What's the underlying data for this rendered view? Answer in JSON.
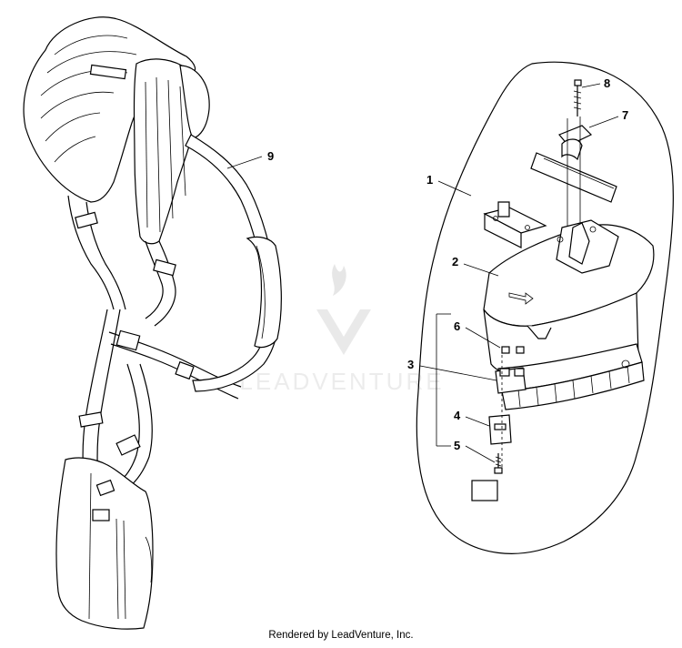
{
  "diagram": {
    "callouts": {
      "c1": "1",
      "c2": "2",
      "c3": "3",
      "c4": "4",
      "c5": "5",
      "c6": "6",
      "c7": "7",
      "c8": "8",
      "c9": "9"
    },
    "watermark": "LEADVENTURE"
  },
  "footer": {
    "text": "Rendered by LeadVenture, Inc."
  }
}
